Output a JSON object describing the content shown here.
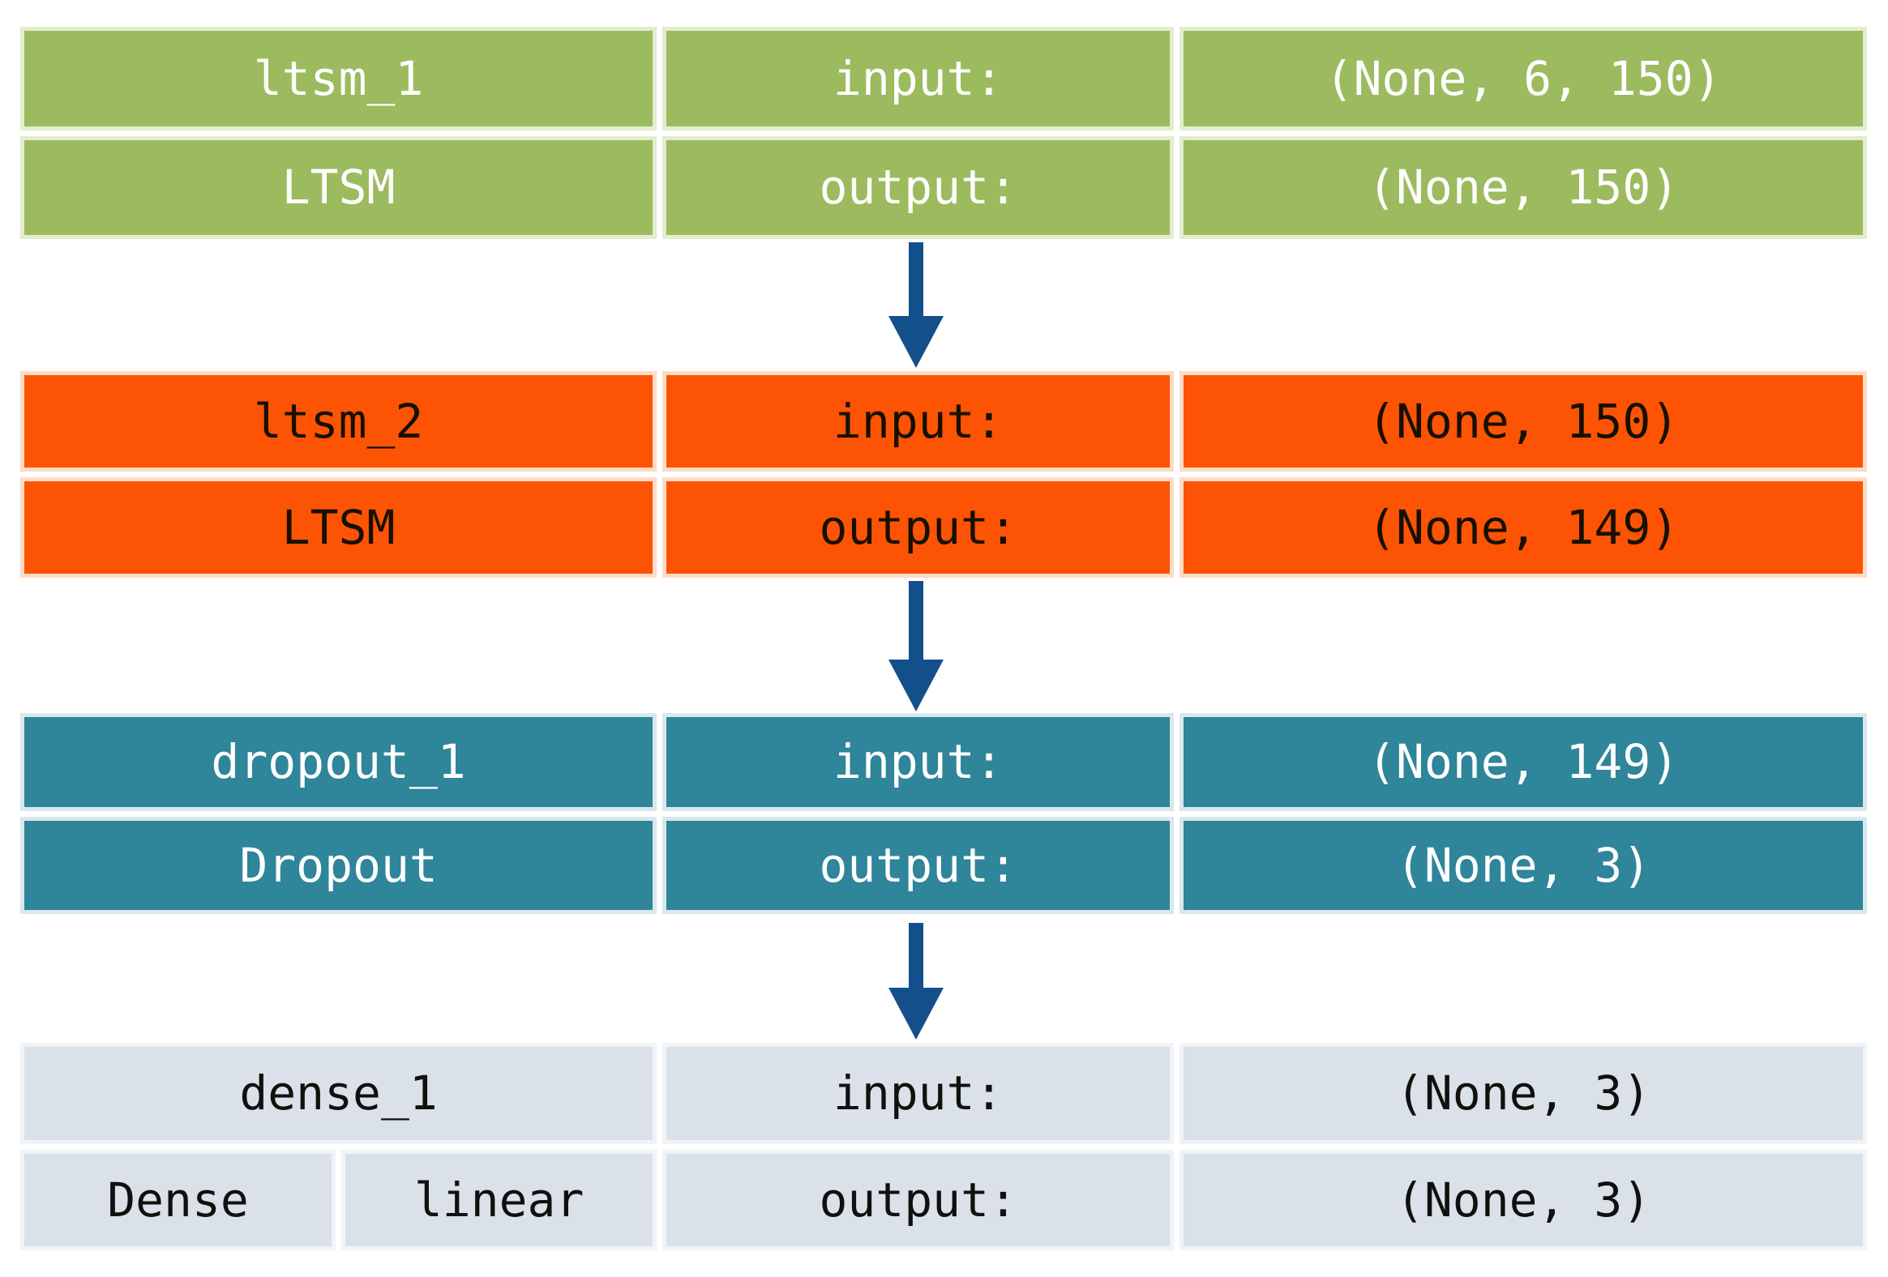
{
  "page": {
    "background_color": "#ffffff",
    "arrow_color": "#134f8b"
  },
  "diagram": {
    "description": "neural-network-layer-flow",
    "layers": [
      {
        "name": "ltsm_1",
        "type": "LTSM",
        "input_label": "input:",
        "output_label": "output:",
        "input_shape": "(None, 6, 150)",
        "output_shape": "(None, 150)",
        "fill_color": "#9cbb5e",
        "text_color": "#ffffff"
      },
      {
        "name": "ltsm_2",
        "type": "LTSM",
        "input_label": "input:",
        "output_label": "output:",
        "input_shape": "(None, 150)",
        "output_shape": "(None, 149)",
        "fill_color": "#fc5304",
        "text_color": "#161000"
      },
      {
        "name": "dropout_1",
        "type": "Dropout",
        "input_label": "input:",
        "output_label": "output:",
        "input_shape": "(None, 149)",
        "output_shape": "(None, 3)",
        "fill_color": "#2f8599",
        "text_color": "#ffffff"
      },
      {
        "name": "dense_1",
        "type": "Dense",
        "activation": "linear",
        "input_label": "input:",
        "output_label": "output:",
        "input_shape": "(None, 3)",
        "output_shape": "(None, 3)",
        "fill_color": "#dae1e8",
        "text_color": "#10100e"
      }
    ]
  }
}
